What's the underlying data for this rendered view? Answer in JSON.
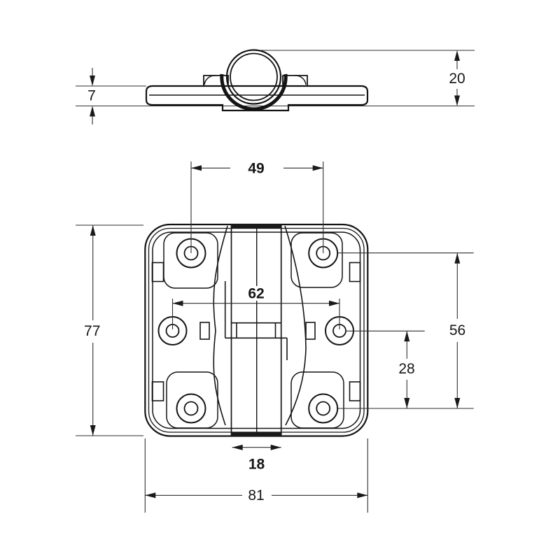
{
  "drawing": {
    "type": "technical-dimension-drawing",
    "subject": "hinge",
    "background_color": "#ffffff",
    "line_color": "#141414",
    "dimension_line_color": "#2e2e2e",
    "views": {
      "side_view": {
        "name": "side-profile-view",
        "dimension_values": [
          "7",
          "20"
        ]
      },
      "front_view": {
        "name": "front-view",
        "dimension_values": [
          "49",
          "62",
          "77",
          "56",
          "28",
          "18",
          "81"
        ]
      }
    },
    "labels": {
      "d7": "7",
      "d20": "20",
      "d49": "49",
      "d62": "62",
      "d77": "77",
      "d56": "56",
      "d28": "28",
      "d18": "18",
      "d81": "81"
    }
  }
}
